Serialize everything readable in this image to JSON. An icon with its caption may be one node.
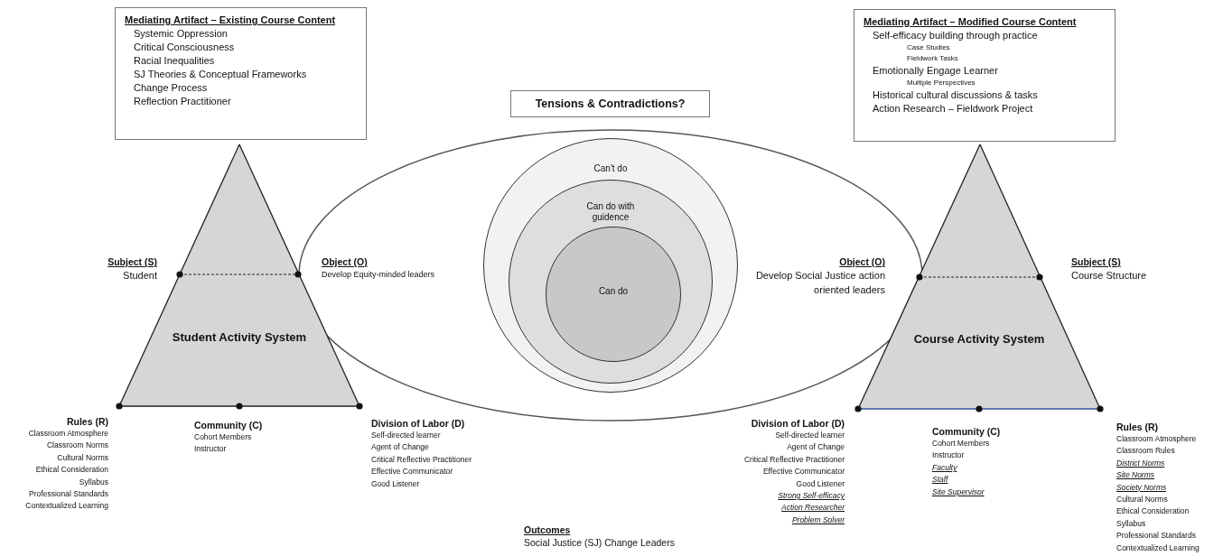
{
  "diagram": {
    "nodes": [
      {
        "text": [
          "Mediating Artifact – Existing Course Content",
          "Systemic Oppression",
          "Critical Consciousness",
          "Racial Inequalities",
          "SJ Theories & Conceptual Frameworks",
          "Change Process",
          "Reflection Practitioner"
        ]
      },
      {
        "text": [
          "Mediating Artifact – Modified Course Content",
          "Self-efficacy building through practice",
          "Case Studies",
          "Fieldwork Tasks",
          "Emotionally Engage Learner",
          "Multiple Perspectives",
          "Historical cultural discussions & tasks",
          "Action Research – Fieldwork Project"
        ]
      },
      {
        "text": [
          "Tensions & Contradictions?"
        ]
      },
      {
        "text": [],
        "shape": "ellipse"
      },
      {
        "text": [
          "Can't do"
        ],
        "in": 3
      },
      {
        "text": [
          "Can do with guidence"
        ],
        "in": 4
      },
      {
        "text": [
          "Can do"
        ],
        "in": 5
      },
      {
        "text": [
          "Student Activity System"
        ],
        "beside": [
          "Subject (S)",
          "Student",
          "Object (O)",
          "Develop Equity-minded leaders",
          "Rules (R)",
          "Classroom Atmosphere",
          "Classroom Norms",
          "Cultural Norms",
          "Ethical Consideration",
          "Syllabus",
          "Professional Standards",
          "Contextualized Learning",
          "Community (C)",
          "Cohort Members",
          "Instructor",
          "Division of Labor (D)",
          "Self-directed learner",
          "Agent of Change",
          "Critical Reflective Practitioner",
          "Effective Communicator",
          "Good Listener"
        ]
      },
      {
        "text": [
          "Course Activity System"
        ],
        "beside": [
          "Object (O)",
          "Develop Social Justice action oriented leaders",
          "Subject (S)",
          "Course Structure",
          "Division of Labor (D)",
          "Self-directed learner",
          "Agent of Change",
          "Critical Reflective Practitioner",
          "Effective Communicator",
          "Good Listener",
          "*Strong Self-efficacy*",
          "*Action Researcher*",
          "*Problem Solver*",
          "Community (C)",
          "Cohort Members",
          "Instructor",
          "*Faculty*",
          "*Staff*",
          "*Site Supervisor*",
          "Rules (R)",
          "Classroom Atmosphere",
          "Classroom Rules",
          "*District Norms*",
          "*Site Norms*",
          "*Society Norms*",
          "Cultural Norms",
          "Ethical Consideration",
          "Syllabus",
          "Professional Standards",
          "Contextualized Learning"
        ]
      }
    ],
    "edges": [],
    "labels": [
      "Outcomes",
      "Social Justice (SJ) Change Leaders"
    ]
  }
}
